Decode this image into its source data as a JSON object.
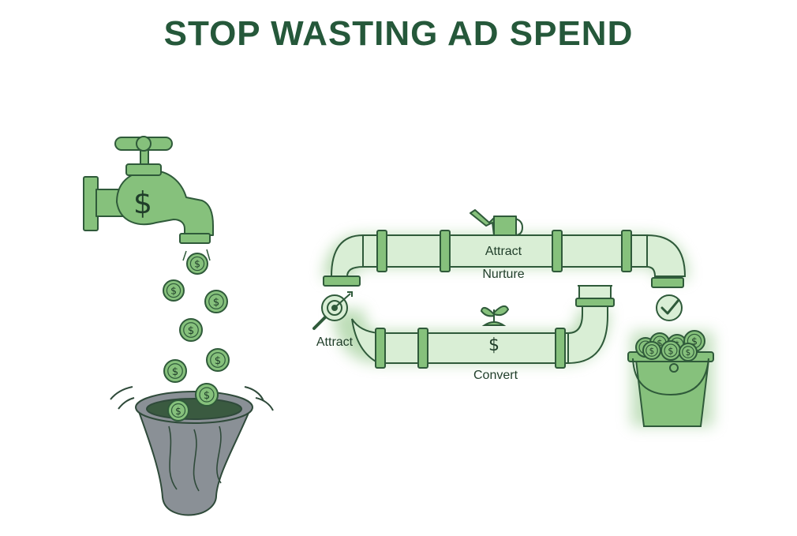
{
  "title": "STOP WASTING AD SPEND",
  "labels": {
    "attract_top": "Attract",
    "nurture": "Nurture",
    "attract_left": "Attract",
    "convert": "Convert"
  },
  "currency_symbol": "$",
  "icons": {
    "faucet": "faucet-icon",
    "funnel": "leaky-funnel-icon",
    "coins": "dollar-coin-icon",
    "watering_can": "watering-can-icon",
    "target": "magnifier-target-icon",
    "sprout": "sprout-icon",
    "check": "check-circle-icon",
    "bucket": "coin-bucket-icon"
  },
  "colors": {
    "title": "#25583a",
    "green_fill": "#86c17c",
    "green_light": "#d9eed5",
    "stroke": "#2f5a3a",
    "funnel_gray": "#8a9096"
  }
}
